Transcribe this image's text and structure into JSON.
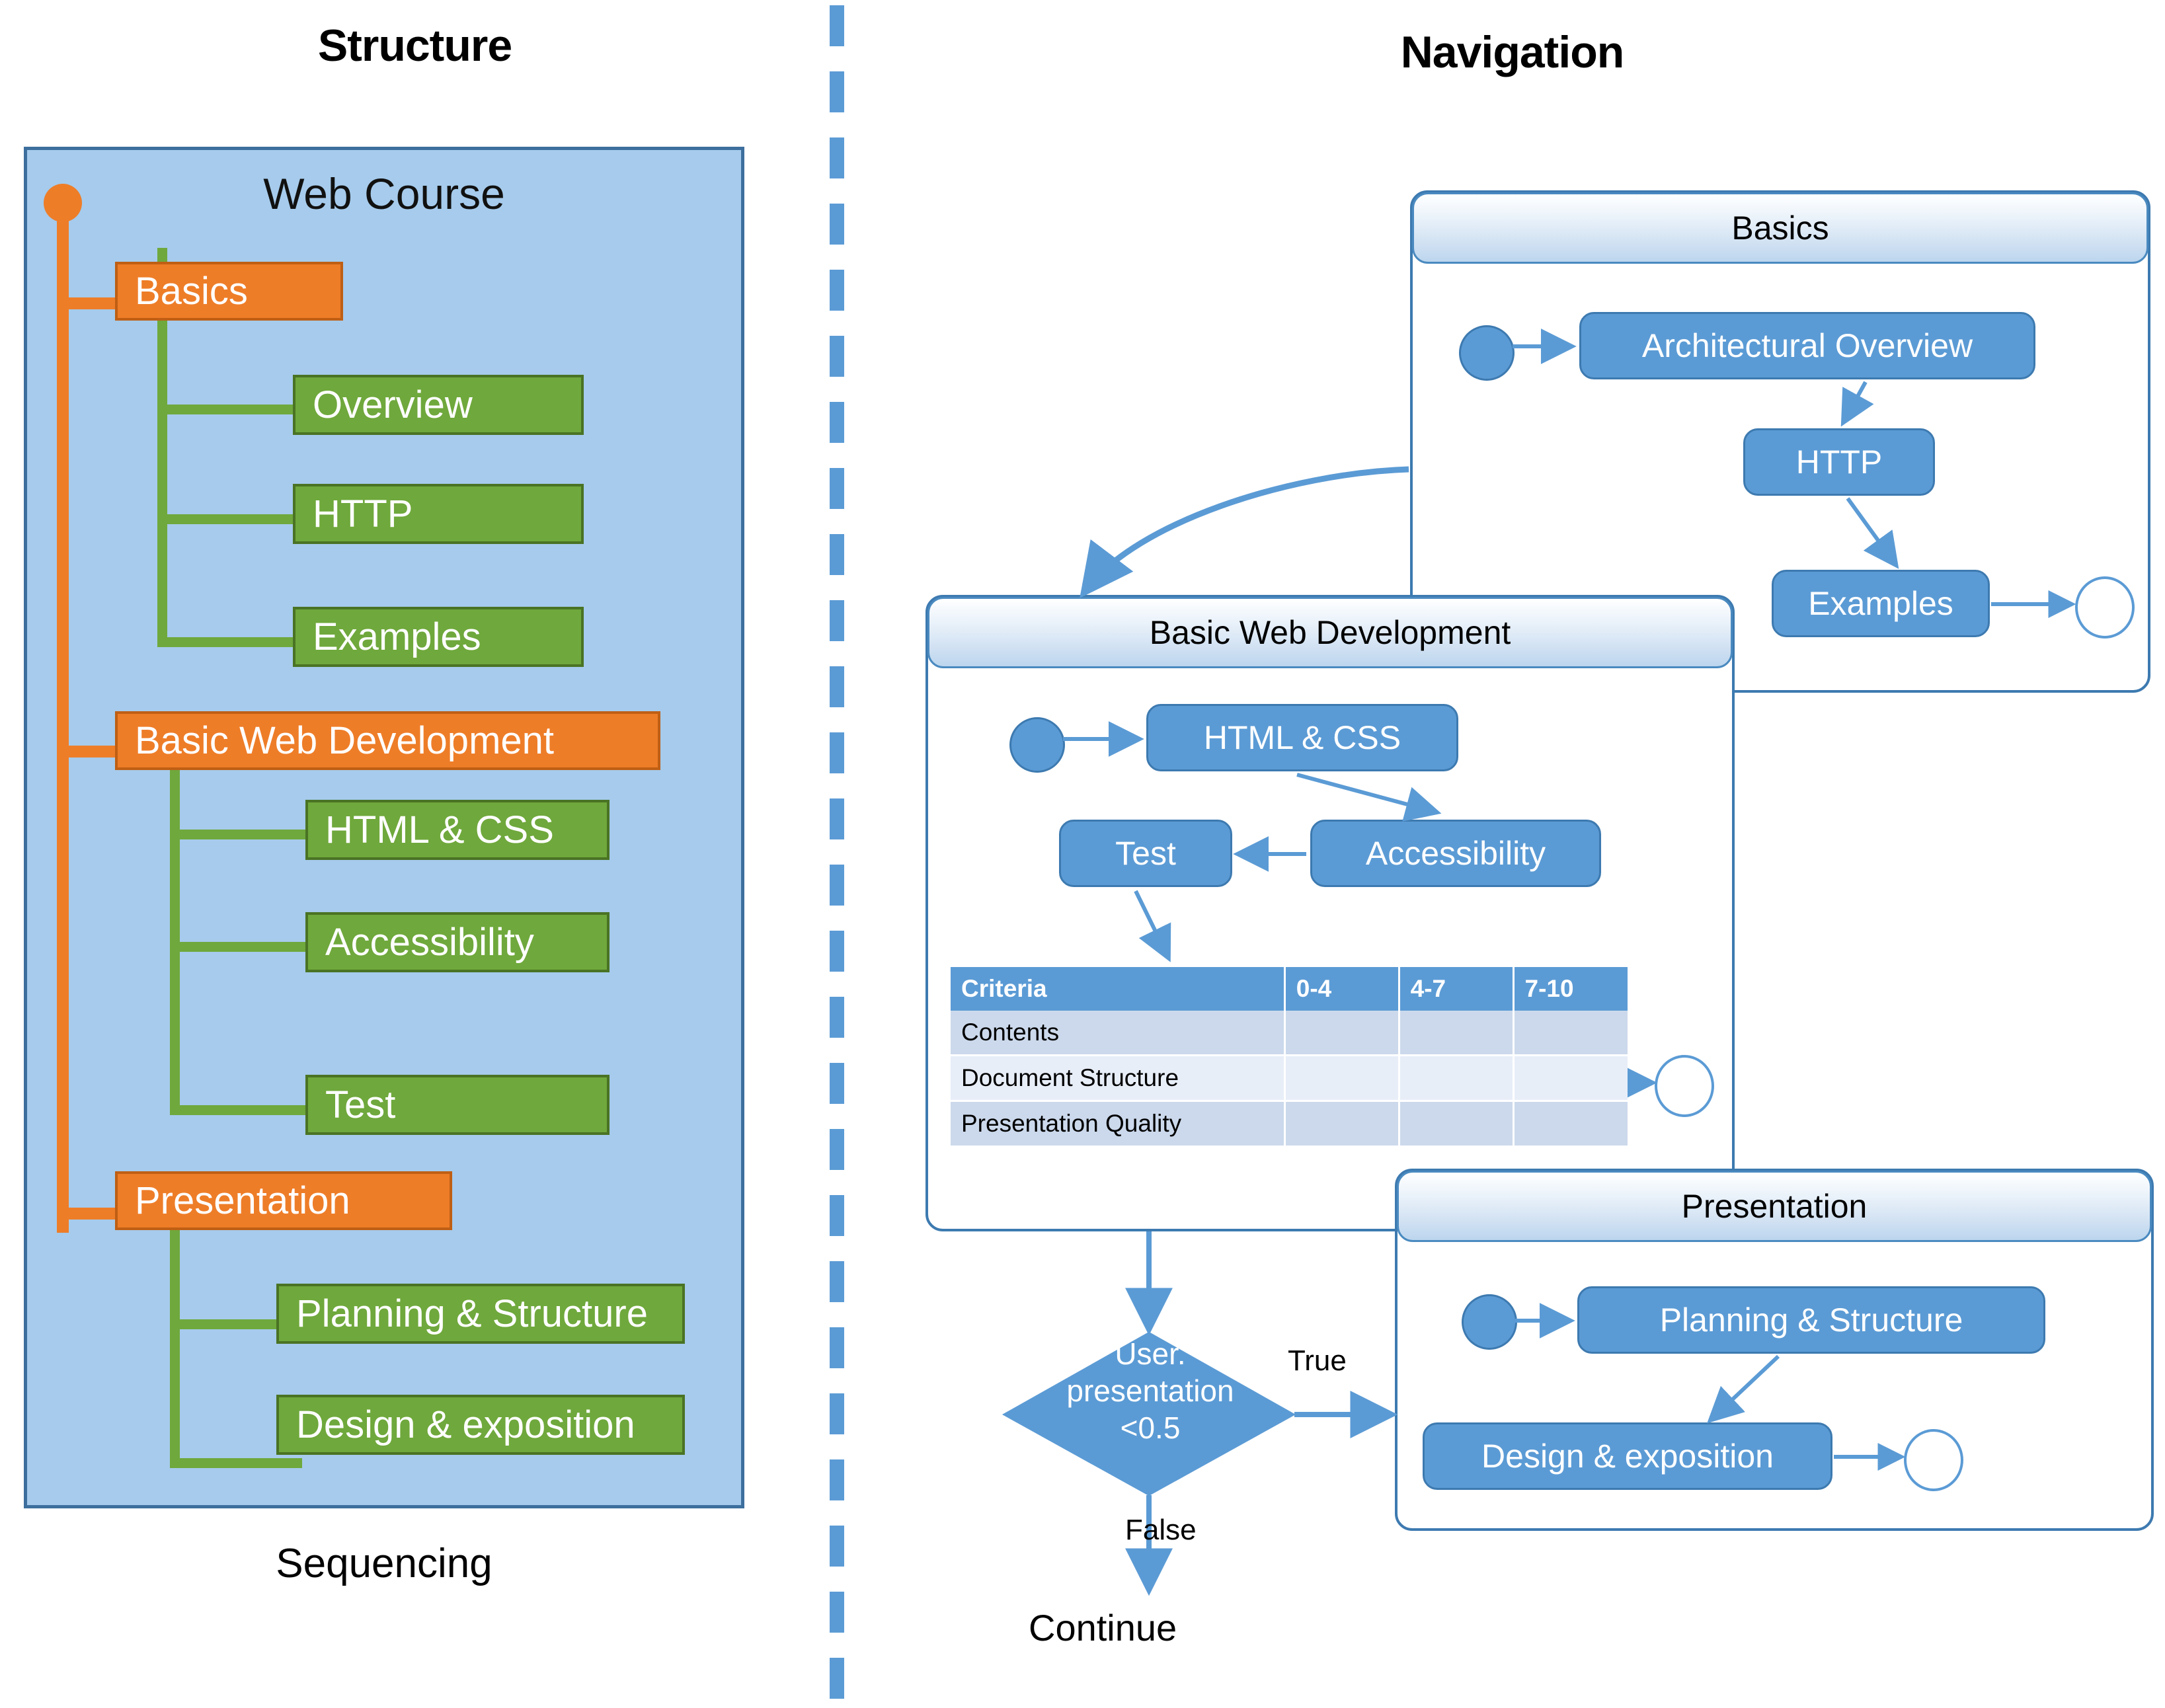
{
  "titles": {
    "structure": "Structure",
    "navigation": "Navigation",
    "sequencing_caption": "Sequencing"
  },
  "colors": {
    "panel_fill": "#a6cbec",
    "panel_border": "#3d6f9e",
    "orange": "#ee7d28",
    "orange_border": "#bf5f14",
    "green": "#6fa83c",
    "green_border": "#4a7324",
    "blue": "#5b9bd5",
    "blue_border": "#3d7ab0",
    "divider": "#5b9bd5"
  },
  "structure": {
    "root_label": "Web Course",
    "modules": [
      {
        "label": "Basics",
        "children": [
          "Overview",
          "HTTP",
          "Examples"
        ]
      },
      {
        "label": "Basic Web Development",
        "children": [
          "HTML & CSS",
          "Accessibility",
          "Test"
        ]
      },
      {
        "label": "Presentation",
        "children": [
          "Planning & Structure",
          "Design & exposition"
        ]
      }
    ]
  },
  "navigation": {
    "panels": [
      {
        "title": "Basics",
        "states": [
          "Architectural Overview",
          "HTTP",
          "Examples"
        ]
      },
      {
        "title": "Basic Web Development",
        "states": [
          "HTML & CSS",
          "Accessibility",
          "Test"
        ]
      },
      {
        "title": "Presentation",
        "states": [
          "Planning & Structure",
          "Design & exposition"
        ]
      }
    ],
    "decision": {
      "condition_line1": "User.",
      "condition_line2": "presentation",
      "condition_line3": "<0.5",
      "true_label": "True",
      "false_label": "False",
      "continue_label": "Continue"
    },
    "rubric": {
      "headers": [
        "Criteria",
        "0-4",
        "4-7",
        "7-10"
      ],
      "rows": [
        [
          "Contents",
          "",
          "",
          ""
        ],
        [
          "Document Structure",
          "",
          "",
          ""
        ],
        [
          "Presentation Quality",
          "",
          "",
          ""
        ]
      ]
    }
  }
}
